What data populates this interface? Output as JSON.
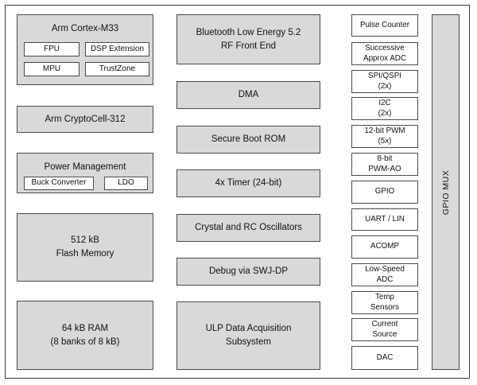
{
  "left_column": {
    "cortex": {
      "title": "Arm Cortex-M33",
      "fpu": "FPU",
      "dsp": "DSP Extension",
      "mpu": "MPU",
      "trustzone": "TrustZone"
    },
    "cryptocell": "Arm CryptoCell-312",
    "power": {
      "title": "Power Management",
      "buck": "Buck Converter",
      "ldo": "LDO"
    },
    "flash": "512 kB\nFlash Memory",
    "ram": "64 kB RAM\n(8 banks of 8 kB)"
  },
  "middle_column": {
    "ble": "Bluetooth Low Energy 5.2\nRF Front End",
    "dma": "DMA",
    "boot_rom": "Secure Boot ROM",
    "timer": "4x Timer (24-bit)",
    "oscillators": "Crystal and RC Oscillators",
    "debug": "Debug via SWJ-DP",
    "ulp": "ULP Data Acquisition\nSubsystem"
  },
  "peripherals": [
    "Pulse Counter",
    "Successive\nApprox ADC",
    "SPI/QSPI\n(2x)",
    "I2C\n(2x)",
    "12-bit PWM\n(5x)",
    "8-bit\nPWM-AO",
    "GPIO",
    "UART / LIN",
    "ACOMP",
    "Low-Speed\nADC",
    "Temp\nSensors",
    "Current\nSource",
    "DAC"
  ],
  "gpio_mux": "GPIO MUX"
}
